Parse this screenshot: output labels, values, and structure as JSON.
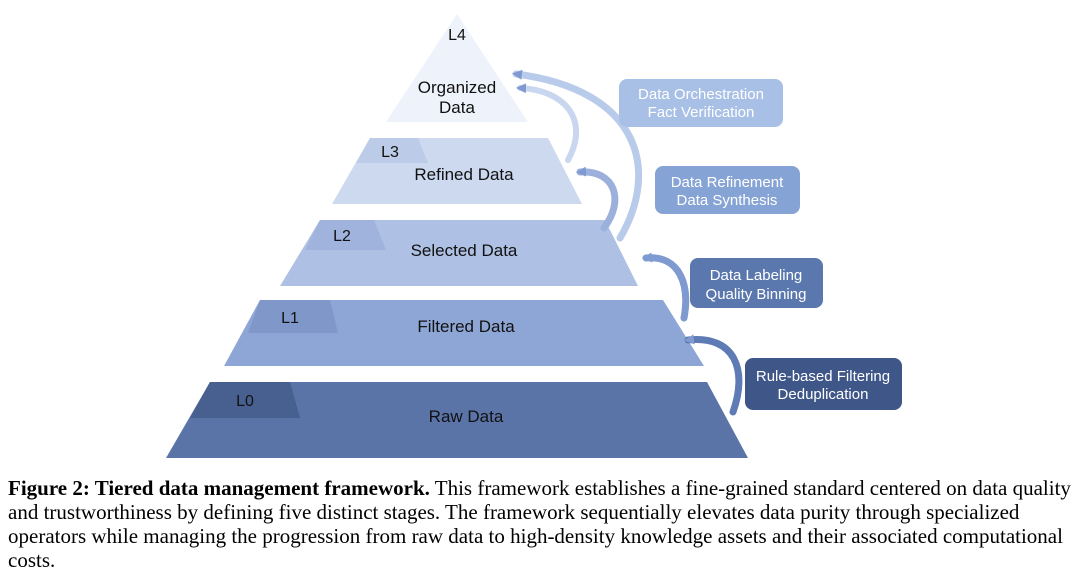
{
  "tiers": [
    {
      "level": "L0",
      "name_lines": [
        "Raw Data"
      ]
    },
    {
      "level": "L1",
      "name_lines": [
        "Filtered Data"
      ]
    },
    {
      "level": "L2",
      "name_lines": [
        "Selected Data"
      ]
    },
    {
      "level": "L3",
      "name_lines": [
        "Refined Data"
      ]
    },
    {
      "level": "L4",
      "name_lines": [
        "Organized",
        "Data"
      ]
    }
  ],
  "operators": [
    {
      "lines": [
        "Rule-based Filtering",
        "Deduplication"
      ]
    },
    {
      "lines": [
        "Data Labeling",
        "Quality Binning"
      ]
    },
    {
      "lines": [
        "Data Refinement",
        "Data Synthesis"
      ]
    },
    {
      "lines": [
        "Data Orchestration",
        "Fact Verification"
      ]
    }
  ],
  "colors": {
    "tier_fills": [
      "#5a74a8",
      "#8ea6d6",
      "#aec0e3",
      "#ccd9ef",
      "#eef3fb"
    ],
    "tab_fills": [
      "#48608f",
      "#7f98c9",
      "#9fb3dc",
      "#bccbe8",
      "#eef3fb"
    ],
    "operator_fills": [
      "#3e5688",
      "#5b78ae",
      "#86a3d6",
      "#a9c0e6"
    ],
    "arrow": "#7f9ad0"
  },
  "caption": {
    "label": "Figure 2: Tiered data management framework.",
    "text": " This framework establishes a fine-grained standard centered on data quality and trustworthiness by defining five distinct stages. The framework sequentially elevates data purity through specialized operators while managing the progression from raw data to high-density knowledge assets and their associated computational costs."
  }
}
